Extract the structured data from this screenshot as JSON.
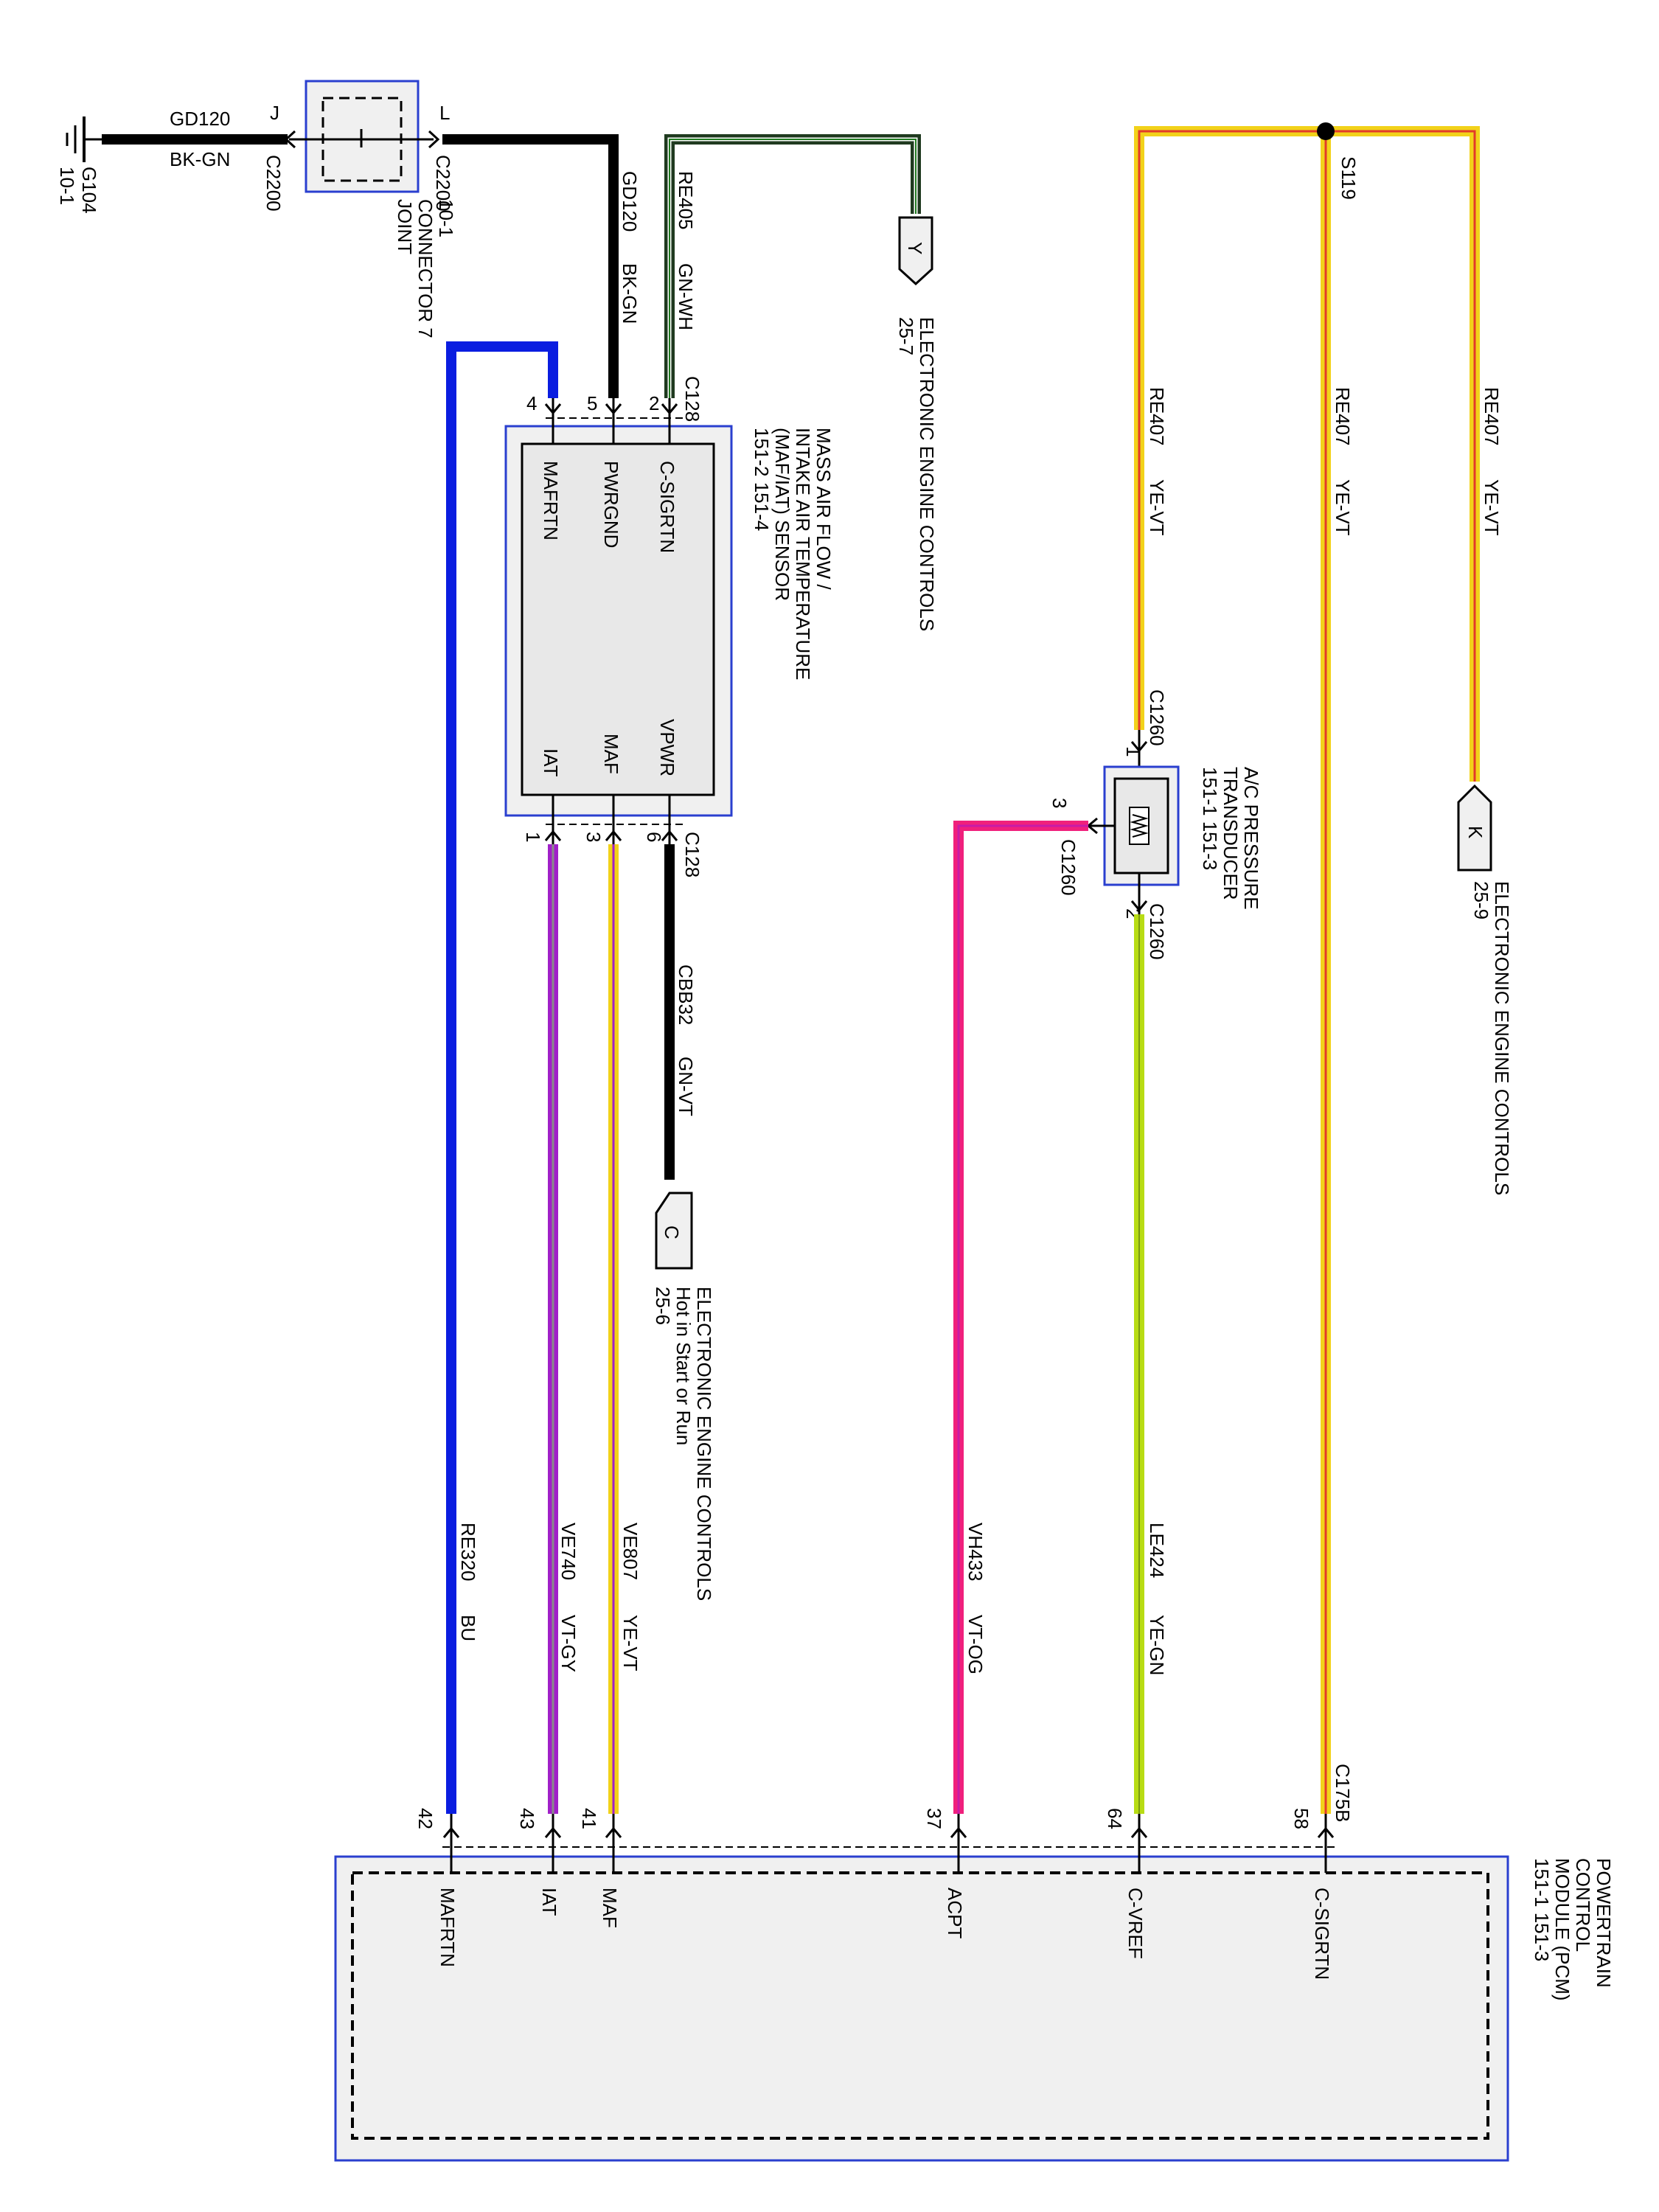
{
  "ground": {
    "id": "G104",
    "ref": "10-1",
    "circuit": "GD120",
    "color": "BK-GN"
  },
  "joint_connector": {
    "name": [
      "JOINT",
      "CONNECTOR 7",
      "10-1"
    ],
    "pin_left": "J",
    "pin_right": "L",
    "conn_left": "C2200",
    "conn_right": "C2200"
  },
  "maf_sensor": {
    "title": [
      "MASS AIR FLOW /",
      "INTAKE AIR TEMPERATURE",
      "(MAF/IAT) SENSOR",
      "151-2      151-4"
    ],
    "pins_top": [
      "C-SIGRTN",
      "PWRGND",
      "MAFRTN"
    ],
    "pins_bottom": [
      "VPWR",
      "MAF",
      "IAT"
    ],
    "top_pin_numbers": [
      "2",
      "5",
      "4"
    ],
    "bottom_pin_numbers": [
      "6",
      "3",
      "1"
    ],
    "conn_top": "C128",
    "conn_bottom": "C128"
  },
  "wires": {
    "gd120_vert": {
      "circuit": "GD120",
      "color": "BK-GN"
    },
    "re405": {
      "circuit": "RE405",
      "color": "GN-WH"
    },
    "cbb32": {
      "circuit": "CBB32",
      "color": "GN-VT"
    },
    "re407_a": {
      "circuit": "RE407",
      "color": "YE-VT"
    },
    "re407_b": {
      "circuit": "RE407",
      "color": "YE-VT"
    },
    "re407_c": {
      "circuit": "RE407",
      "color": "YE-VT"
    },
    "re320": {
      "circuit": "RE320",
      "color": "BU"
    },
    "ve740": {
      "circuit": "VE740",
      "color": "VT-GY"
    },
    "ve807": {
      "circuit": "VE807",
      "color": "YE-VT"
    },
    "vh433": {
      "circuit": "VH433",
      "color": "VT-OG"
    },
    "le424": {
      "circuit": "LE424",
      "color": "YE-GN"
    }
  },
  "splice": {
    "id": "S119"
  },
  "ref_y": {
    "letter": "Y",
    "title": "ELECTRONIC ENGINE CONTROLS",
    "page": "25-7"
  },
  "ref_c": {
    "letter": "C",
    "title": "ELECTRONIC ENGINE CONTROLS",
    "sub": "Hot in Start or Run",
    "page": "25-6"
  },
  "ref_k": {
    "letter": "K",
    "title": "ELECTRONIC ENGINE CONTROLS",
    "page": "25-9"
  },
  "ac_transducer": {
    "title": [
      "A/C PRESSURE",
      "TRANSDUCER",
      "151-1    151-3"
    ],
    "conn": "C1260",
    "pin_top": "1",
    "pin_left": "3",
    "pin_bottom": "2"
  },
  "pcm": {
    "title": [
      "POWERTRAIN",
      "CONTROL",
      "MODULE (PCM)",
      "151-1     151-3"
    ],
    "conn": "C175B",
    "pins": [
      {
        "num": "42",
        "name": "MAFRTN"
      },
      {
        "num": "43",
        "name": "IAT"
      },
      {
        "num": "41",
        "name": "MAF"
      },
      {
        "num": "37",
        "name": "ACPT"
      },
      {
        "num": "64",
        "name": "C-VREF"
      },
      {
        "num": "58",
        "name": "C-SIGRTN"
      }
    ]
  },
  "colors": {
    "frame_blue": "#2a3fcf",
    "bu": "#0a1de0",
    "vt": "#a020c8",
    "og": "#f0207c",
    "ye": "#f2d21a",
    "rd": "#e23a2a",
    "gn": "#1f7a1f",
    "lime": "#b8dc14",
    "module_fill": "#f0f0f0"
  }
}
